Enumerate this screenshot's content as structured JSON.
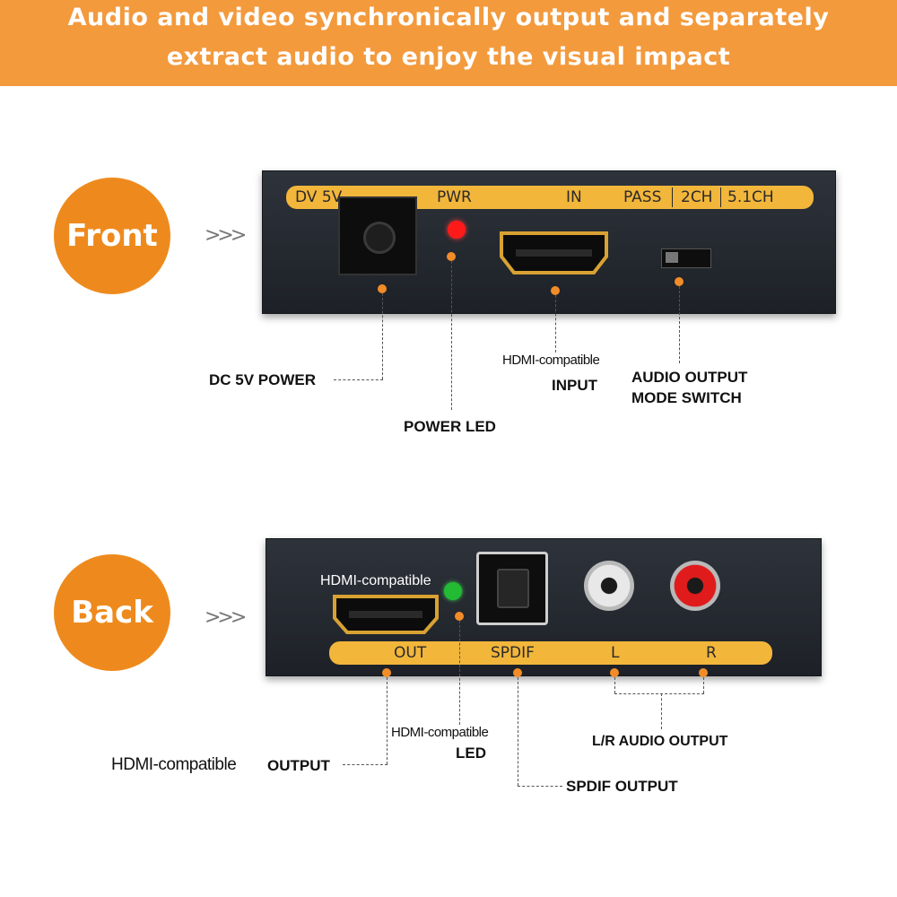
{
  "banner": {
    "line1": "Audio and video synchronically output and separately",
    "line2": "extract audio to enjoy the visual impact"
  },
  "front": {
    "badge": "Front",
    "strip": {
      "dc": "DV 5V",
      "pwr": "PWR",
      "in": "IN",
      "pass": "PASS",
      "ch2": "2CH",
      "ch51": "5.1CH"
    },
    "labels": {
      "dc_power": "DC 5V POWER",
      "power_led": "POWER LED",
      "hdmi_input_1": "HDMI-compatible",
      "hdmi_input_2": "INPUT",
      "switch_1": "AUDIO OUTPUT",
      "switch_2": "MODE SWITCH"
    }
  },
  "back": {
    "badge": "Back",
    "port_label": "HDMI-compatible",
    "strip": {
      "out": "OUT",
      "spdif": "SPDIF",
      "l": "L",
      "r": "R"
    },
    "labels": {
      "hdmi_output_1": "HDMI-compatible",
      "hdmi_output_2": "OUTPUT",
      "hdmi_led_1": "HDMI-compatible",
      "hdmi_led_2": "LED",
      "lr_audio": "L/R AUDIO OUTPUT",
      "spdif_output": "SPDIF OUTPUT"
    }
  },
  "colors": {
    "orange": "#f39a3d",
    "strip": "#f2b63b",
    "led_red": "#ff1a1a",
    "led_green": "#22bb33",
    "rca_red": "#e01b1b"
  }
}
